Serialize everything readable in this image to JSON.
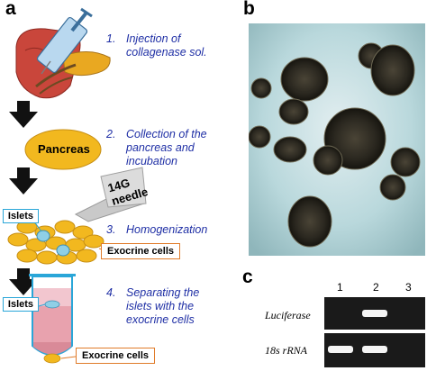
{
  "panels": {
    "a": "a",
    "b": "b",
    "c": "c"
  },
  "steps": [
    {
      "num": "1.",
      "lines": [
        "Injection of",
        "collagenase sol."
      ]
    },
    {
      "num": "2.",
      "lines": [
        "Collection of the",
        "pancreas and",
        "incubation"
      ]
    },
    {
      "num": "3.",
      "lines": [
        "Homogenization"
      ]
    },
    {
      "num": "4.",
      "lines": [
        "Separating the",
        "islets with the",
        "exocrine cells"
      ]
    }
  ],
  "labels": {
    "pancreas": "Pancreas",
    "needle_line1": "14G",
    "needle_line2": "needle",
    "islets_1": "Islets",
    "exocrine_1": "Exocrine cells",
    "islets_2": "Islets",
    "exocrine_2": "Exocrine cells"
  },
  "gel": {
    "lanes": [
      "1",
      "2",
      "3"
    ],
    "rows": [
      {
        "label": "Luciferase",
        "bands": [
          false,
          true,
          false
        ]
      },
      {
        "label": "18s rRNA",
        "bands": [
          true,
          true,
          false
        ]
      }
    ]
  },
  "colors": {
    "step_text": "#1f2fa5",
    "pancreas": "#f2b81f",
    "islet_box": "#2aa6d8",
    "exocrine_box": "#e07b2a",
    "micrograph_bg": "#b9d8dc"
  }
}
